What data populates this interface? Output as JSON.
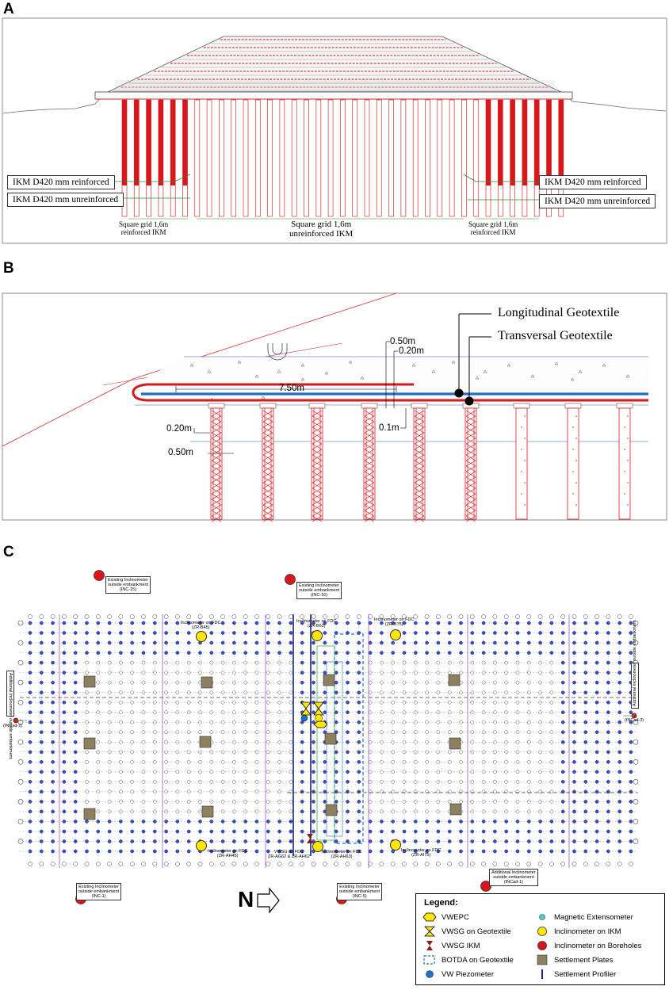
{
  "panelA": {
    "letter": "A",
    "labels": {
      "reinforced_left": "IKM D420 mm reinforced",
      "unreinforced_left": "IKM D420 mm unreinforced",
      "reinforced_right": "IKM D420 mm reinforced",
      "unreinforced_right": "IKM D420 mm unreinforced",
      "grid_left_1": "Square grid 1,6m",
      "grid_left_2": "reinforced IKM",
      "grid_center_1": "Square grid 1,6m",
      "grid_center_2": "unreinforced IKM",
      "grid_right_1": "Square grid 1,6m",
      "grid_right_2": "reinforced IKM"
    }
  },
  "panelB": {
    "letter": "B",
    "longitudinal": "Longitudinal Geotextile",
    "transversal": "Transversal Geotextile",
    "dim_050_top": "0.50m",
    "dim_020_top": "0.20m",
    "dim_750": "7.50m",
    "dim_01": "0.1m",
    "dim_020_left": "0.20m",
    "dim_050_left": "0.50m"
  },
  "panelC": {
    "letter": "C",
    "north": "N",
    "inclinometers": {
      "inc15": "Existing Inclinometer outside embankment (INC-15)",
      "inc15_l1": "Existing Inclinometer",
      "inc15_l2": "outside embankment",
      "inc15_l3": "(INC-15)",
      "inc16_l1": "Existing Inclinometer",
      "inc16_l2": "outside embankment",
      "inc16_l3": "(INC-16)",
      "inc1_l1": "Existing Inclinometer",
      "inc1_l2": "outside embankment",
      "inc1_l3": "(INC-1)",
      "inc5_l1": "Existing Inclinometer",
      "inc5_l2": "outside embankment",
      "inc5_l3": "(INC-5)",
      "incad1_l1": "Additional Inclinometer",
      "incad1_l2": "outside embankment",
      "incad1_l3": "(INCad-1)",
      "incad2": "(INCad-2)",
      "incad3": "(INCad-3)",
      "add_left": "Additional Inclinometer outside embankment",
      "add_right": "Additional Inclinometer outside embankment"
    },
    "fdc": {
      "zr_b45_l1": "Inclinometer on FDC",
      "zr_b45_l2": "(ZR-B45)",
      "zr_b63_l1": "Inclinometer on FDC",
      "zr_b63_l2": "(ZR-B63)",
      "zr_b75_l1": "Inclinometer on FDC",
      "zr_b75_l2": "(ZR-B75)",
      "zr_ah45_l1": "Inclinometer on FDC",
      "zr_ah45_l2": "(ZR-AH45)",
      "vwsg_l1": "VWSG on FDC",
      "vwsg_l2": "ZR-AG62 & ZR-AH62",
      "zr_ah63_l1": "Inclinometer on FDC",
      "zr_ah63_l2": "(ZR-AH63)",
      "zr_ai75_l1": "Inclinometer on FDC",
      "zr_ai75_l2": "(ZR-AI75)"
    },
    "legend": {
      "title": "Legend:",
      "items": [
        {
          "label": "VWEPC"
        },
        {
          "label": "VWSG on Geotextile"
        },
        {
          "label": "VWSG IKM"
        },
        {
          "label": "BOTDA on Geotextile"
        },
        {
          "label": "VW Piezometer"
        },
        {
          "label": "Magnetic Extensometer"
        },
        {
          "label": "Inclinometer on IKM"
        },
        {
          "label": "Inclinometer on Boreholes"
        },
        {
          "label": "Settlement Plates"
        },
        {
          "label": "Settlement Profiler"
        }
      ]
    },
    "colors": {
      "red": "#d9161c",
      "blue": "#1f6fc6",
      "yellow": "#ffe600",
      "plate": "#8c8060",
      "navy": "#1a237e"
    }
  }
}
